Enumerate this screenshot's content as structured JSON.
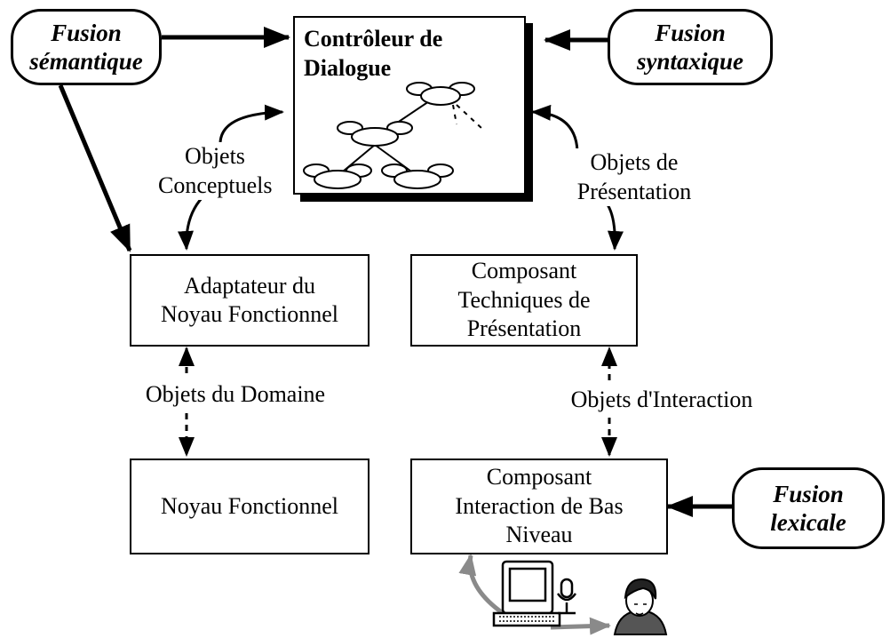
{
  "controller": {
    "title": "Contrôleur de\nDialogue"
  },
  "fusion": {
    "semantic": "Fusion\nsémantique",
    "syntactic": "Fusion\nsyntaxique",
    "lexical": "Fusion\nlexicale"
  },
  "components": {
    "adapter": "Adaptateur du\nNoyau Fonctionnel",
    "presentation": "Composant\nTechniques de\nPrésentation",
    "core": "Noyau Fonctionnel",
    "low_level": "Composant\nInteraction de Bas\nNiveau"
  },
  "objects": {
    "conceptual": "Objets\nConceptuels",
    "presentation": "Objets de\nPrésentation",
    "domain": "Objets du Domaine",
    "interaction": "Objets d'Interaction"
  },
  "icons": [
    "computer-icon",
    "microphone-icon",
    "user-icon"
  ],
  "colors": {
    "line": "#000000",
    "gray_arrow": "#8a8a8a"
  }
}
